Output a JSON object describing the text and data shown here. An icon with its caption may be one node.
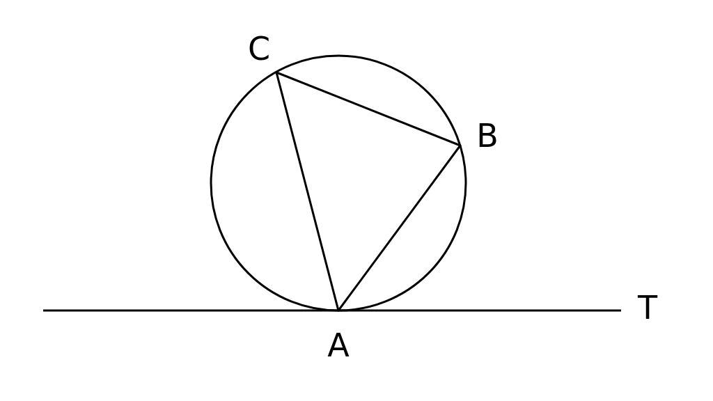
{
  "diagram": {
    "labels": [
      "C",
      "B",
      "T",
      "A"
    ]
  }
}
